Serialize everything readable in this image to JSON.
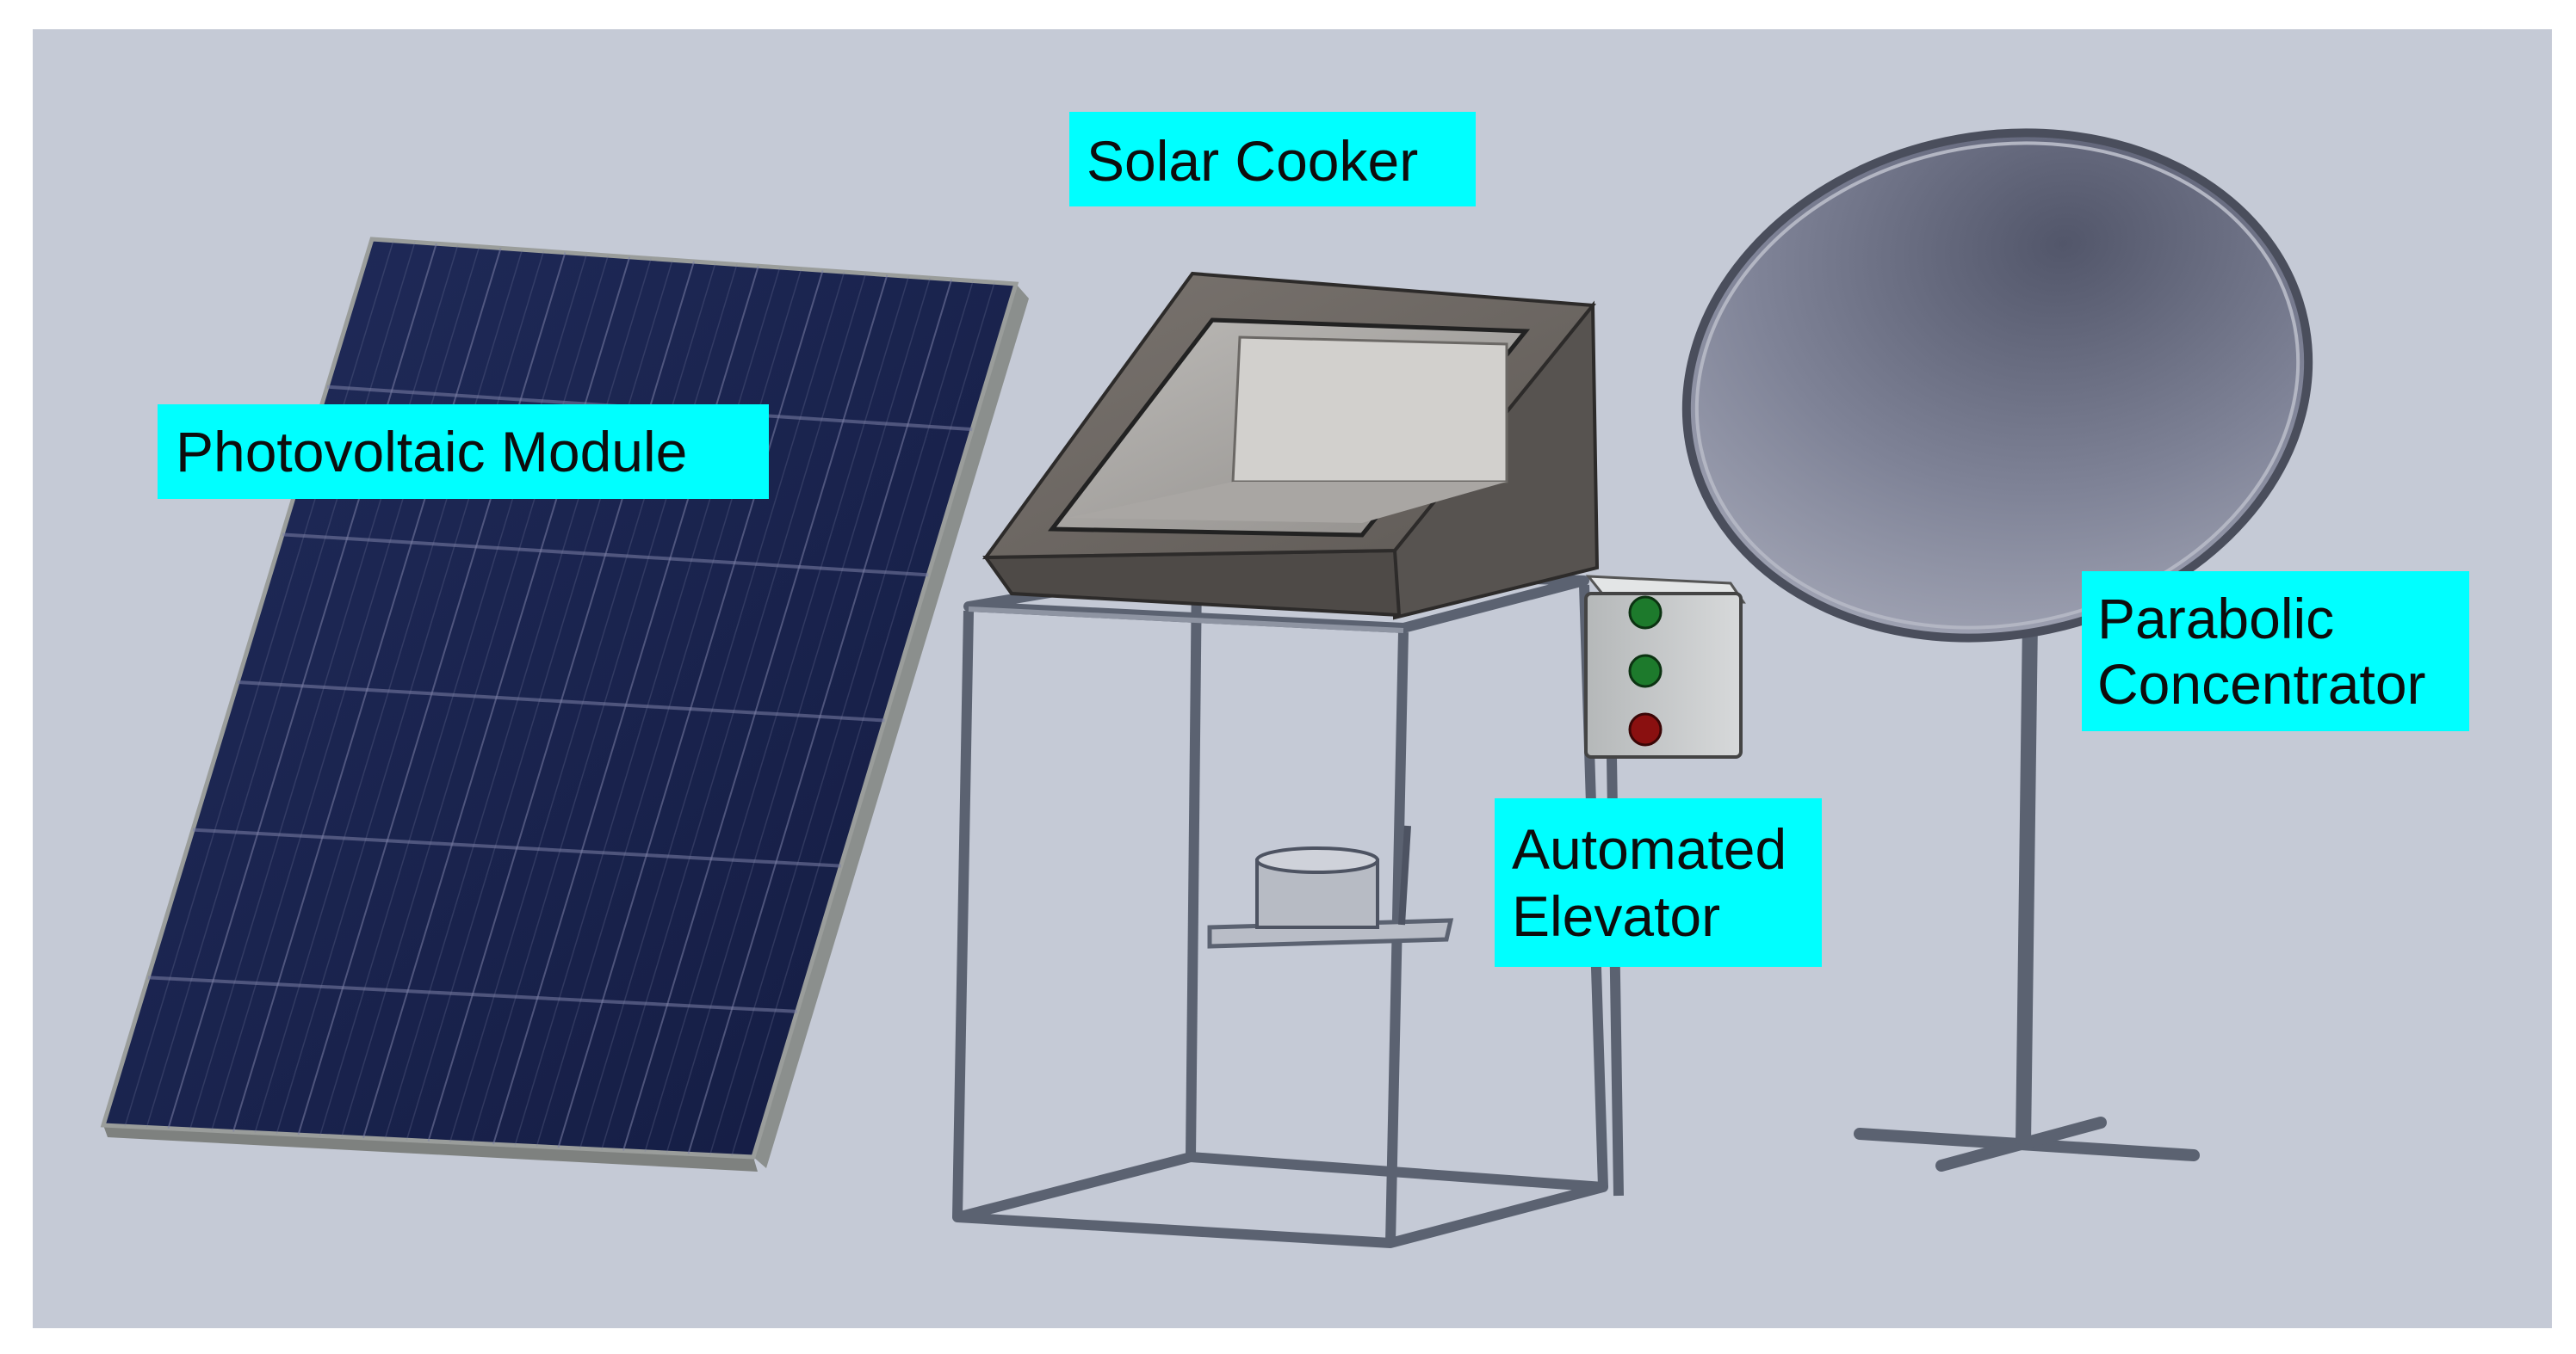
{
  "labels": {
    "photovoltaic_module": "Photovoltaic Module",
    "solar_cooker": "Solar Cooker",
    "automated_elevator": [
      "Automated",
      "Elevator"
    ],
    "parabolic_concentrator": [
      "Parabolic",
      "Concentrator"
    ]
  },
  "colors": {
    "background": "#c5cad6",
    "label_fill": "#00ffff",
    "pv_panel": "#1b2550",
    "pv_frame": "#8e918f",
    "cooker_body": "#6c6763",
    "frame_metal": "#5b6271",
    "dish": "#85899b",
    "lamp_green": "#1d7a2c",
    "lamp_red": "#8a1010"
  },
  "control_box": {
    "lamps": [
      "green",
      "green",
      "red"
    ]
  }
}
